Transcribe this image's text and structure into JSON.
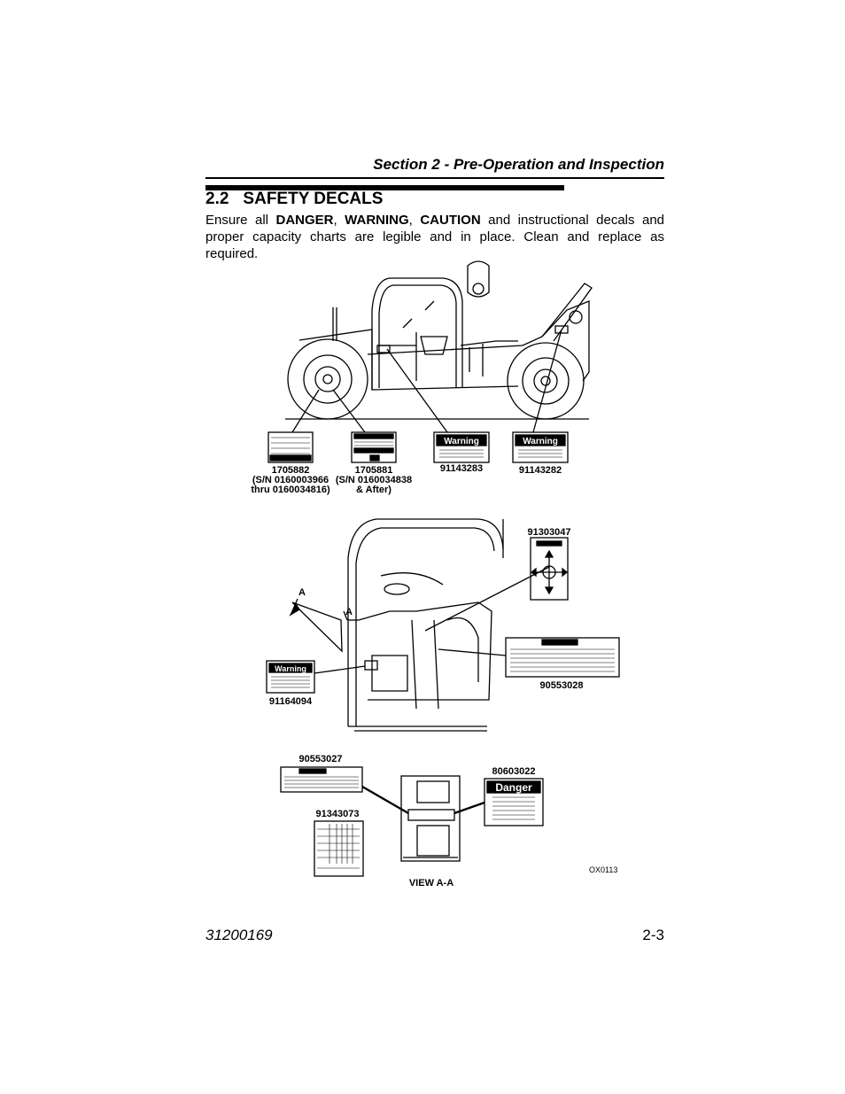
{
  "header": {
    "section_title": "Section 2 - Pre-Operation and Inspection"
  },
  "heading": {
    "number": "2.2",
    "title": "SAFETY DECALS"
  },
  "intro": {
    "prefix": "Ensure all",
    "danger": "DANGER",
    "comma1": ",",
    "warning": "WARNING",
    "comma2": ",",
    "caution": "CAUTION",
    "suffix": "and instructional decals and proper capacity charts are legible and in place. Clean and replace as required."
  },
  "figure": {
    "decals_top": [
      {
        "part": "1705882",
        "note1": "(S/N 0160003966",
        "note2": "thru 0160034816)"
      },
      {
        "part": "1705881",
        "note1": "(S/N 0160034838",
        "note2": "& After)"
      },
      {
        "part": "91143283",
        "badge": "Warning"
      },
      {
        "part": "91143282",
        "badge": "Warning"
      }
    ],
    "decals_cab": [
      {
        "part": "91303047"
      },
      {
        "part": "90553028"
      },
      {
        "part": "91164094",
        "badge": "Warning"
      }
    ],
    "section_marker": "A",
    "decals_view": [
      {
        "part": "90553027"
      },
      {
        "part": "91343073"
      },
      {
        "part": "80603022",
        "badge": "Danger"
      }
    ],
    "view_label": "VIEW A-A",
    "figure_id": "OX0113"
  },
  "footer": {
    "doc_number": "31200169",
    "page_number": "2-3"
  }
}
